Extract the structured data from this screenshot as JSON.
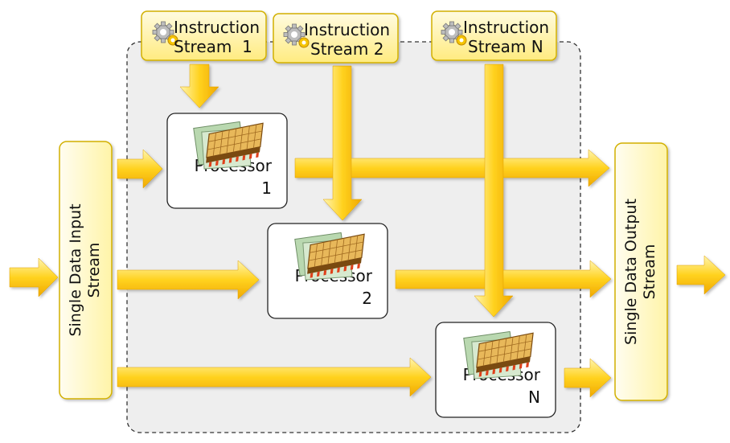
{
  "instruction_streams": [
    {
      "line1": "Instruction",
      "line2": "Stream  1"
    },
    {
      "line1": "Instruction",
      "line2": "Stream 2"
    },
    {
      "line1": "Instruction",
      "line2": "Stream N"
    }
  ],
  "input_stream": {
    "line1": "Single Data Input",
    "line2": "Stream"
  },
  "output_stream": {
    "line1": "Single Data Output",
    "line2": "Stream"
  },
  "processors": [
    {
      "line1": "Processor",
      "line2": "1"
    },
    {
      "line1": "Processor",
      "line2": "2"
    },
    {
      "line1": "Processor",
      "line2": "N"
    }
  ],
  "icons": [
    "gear-icon",
    "processor-chip-icon"
  ],
  "colors": {
    "arrow_light": "#fff0a0",
    "arrow_dark": "#f4b000",
    "label_box_fill": "#fff6b8",
    "label_box_border": "#c9a400",
    "panel_fill": "#eeeeee",
    "panel_border": "#333333"
  }
}
